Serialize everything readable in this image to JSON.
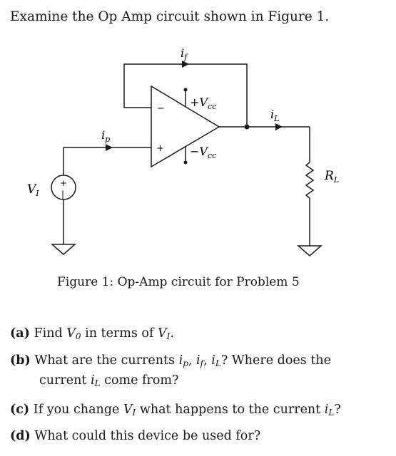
{
  "intro": "Examine the Op Amp circuit shown in Figure 1.",
  "circuit": {
    "label_if": "i",
    "label_if_sub": "f",
    "label_ip": "i",
    "label_ip_sub": "p",
    "label_iL": "i",
    "label_iL_sub": "L",
    "label_vcc_pos": "+V",
    "label_vcc_neg": "−V",
    "label_cc": "cc",
    "label_VI": "V",
    "label_VI_sub": "I",
    "label_RL": "R",
    "label_RL_sub": "L",
    "minus": "−",
    "plus": "+"
  },
  "caption": "Figure 1: Op-Amp circuit for Problem 5",
  "questions": {
    "a": {
      "tag": "(a)",
      "pre": "Find ",
      "v0": "V",
      "v0_sub": "0",
      "mid": " in terms of ",
      "vi": "V",
      "vi_sub": "I",
      "post": "."
    },
    "b": {
      "tag": "(b)",
      "line1_pre": "What are the currents ",
      "currents": "i",
      "p": "p",
      "f": "f",
      "L": "L",
      "line1_post": "? Where does the",
      "line2_pre": "current ",
      "line2_post": " come from?"
    },
    "c": {
      "tag": "(c)",
      "pre": "If you change ",
      "mid": " what happens to the current ",
      "post": "?"
    },
    "d": {
      "tag": "(d)",
      "text": "What could this device be used for?"
    }
  }
}
